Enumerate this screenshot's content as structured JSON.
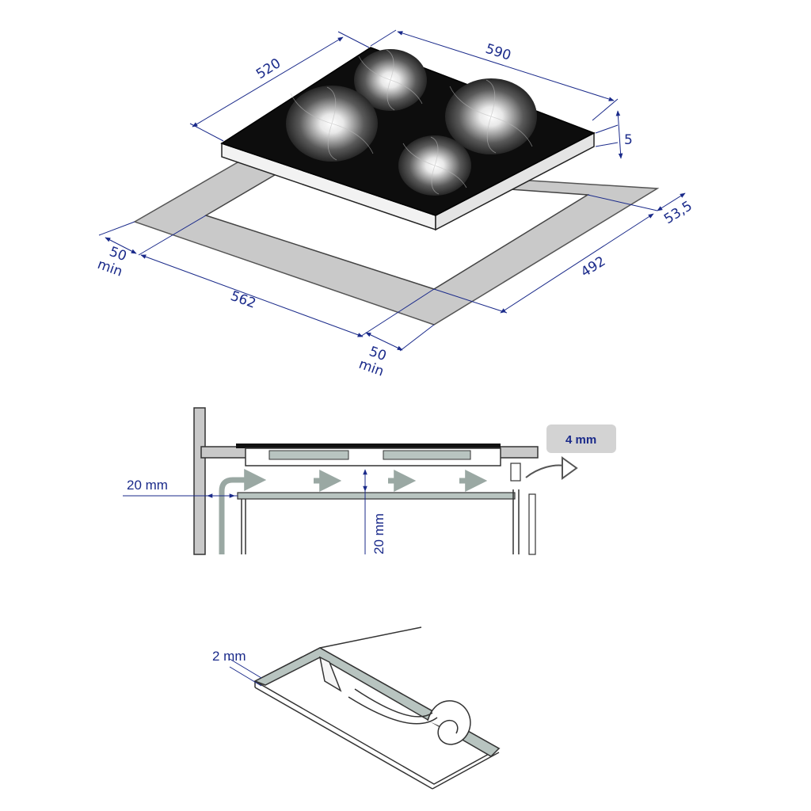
{
  "hob_top": {
    "width_label": "590",
    "depth_label": "520",
    "thickness_label": "5",
    "cutout_offset_label": "53,5",
    "cutout_depth_label": "492",
    "cutout_width_label": "562",
    "clearance_side_label": "50",
    "clearance_side_unit": "min",
    "clearance_front_label": "50",
    "clearance_front_unit": "min"
  },
  "ventilation": {
    "wall_gap_label": "20 mm",
    "under_gap_label": "20 mm",
    "rear_gap_badge": "4 mm"
  },
  "seal": {
    "seal_label": "2 mm"
  },
  "colors": {
    "dimension": "#1a2a8a",
    "countertop": "#c9c9c9",
    "glass": "#0d0d0d",
    "airflow": "#9aa8a3"
  }
}
